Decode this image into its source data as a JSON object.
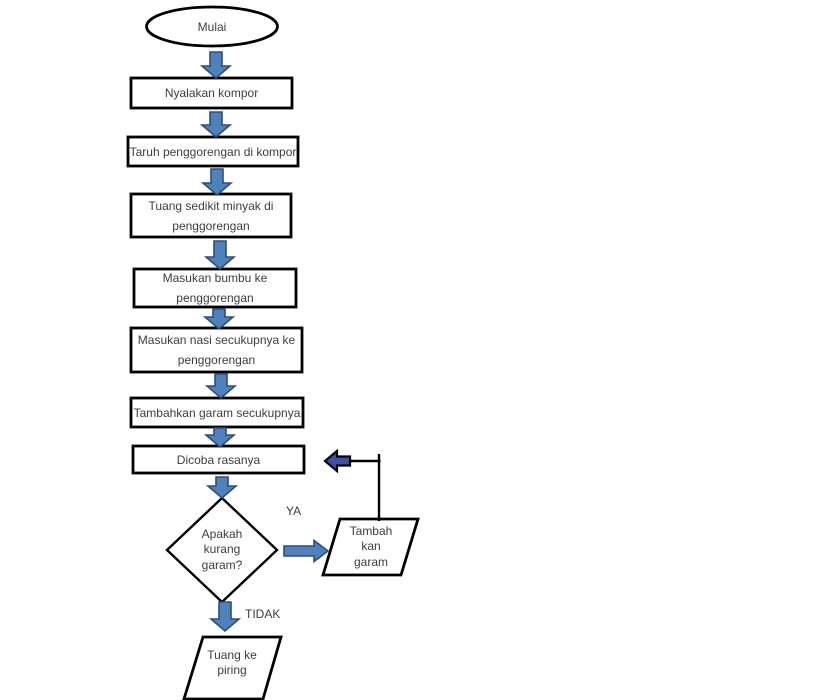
{
  "diagram": {
    "nodes": {
      "start": {
        "shape": "terminator",
        "label": "Mulai"
      },
      "step1": {
        "shape": "process",
        "label": "Nyalakan kompor"
      },
      "step2": {
        "shape": "process",
        "label": "Taruh penggorengan di kompor"
      },
      "step3": {
        "shape": "process",
        "label": "Tuang sedikit minyak di penggorengan"
      },
      "step4": {
        "shape": "process",
        "label": "Masukan bumbu ke penggorengan"
      },
      "step5": {
        "shape": "process",
        "label": "Masukan nasi secukupnya ke penggorengan"
      },
      "step6": {
        "shape": "process",
        "label": "Tambahkan garam secukupnya"
      },
      "step7": {
        "shape": "process",
        "label": "Dicoba rasanya"
      },
      "decision": {
        "shape": "decision",
        "label": "Apakah kurang garam?"
      },
      "add_salt": {
        "shape": "input-output",
        "label": "Tambah kan garam"
      },
      "serve": {
        "shape": "input-output",
        "label": "Tuang ke piring"
      }
    },
    "branch_labels": {
      "yes": "YA",
      "no": "TIDAK"
    },
    "colors": {
      "arrow_fill": "#4f81bd",
      "arrow_stroke": "#2e4d79",
      "loop_arrow_fill": "#3f51a5",
      "shape_stroke": "#000000",
      "label_text": "#3d3d3d",
      "background": "#ffffff"
    }
  }
}
